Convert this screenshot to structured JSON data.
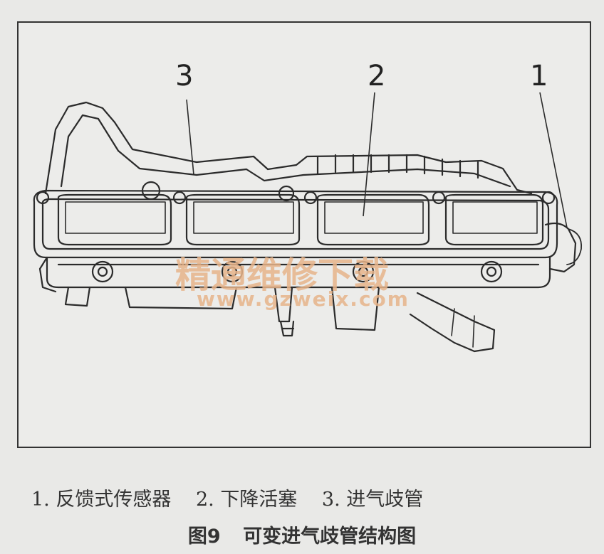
{
  "callouts": {
    "c1": "1",
    "c2": "2",
    "c3": "3"
  },
  "legend": [
    {
      "number": "1.",
      "text": "反馈式传感器"
    },
    {
      "number": "2.",
      "text": "下降活塞"
    },
    {
      "number": "3.",
      "text": "进气歧管"
    }
  ],
  "caption": {
    "figure_number": "图9",
    "title": "可变进气歧管结构图"
  },
  "watermark": {
    "text": "精通维修下载",
    "url": "www.gzweix.com"
  },
  "colors": {
    "line": "#2b2b2b",
    "watermark": "#e7b48a",
    "background": "#e9e9e7"
  }
}
